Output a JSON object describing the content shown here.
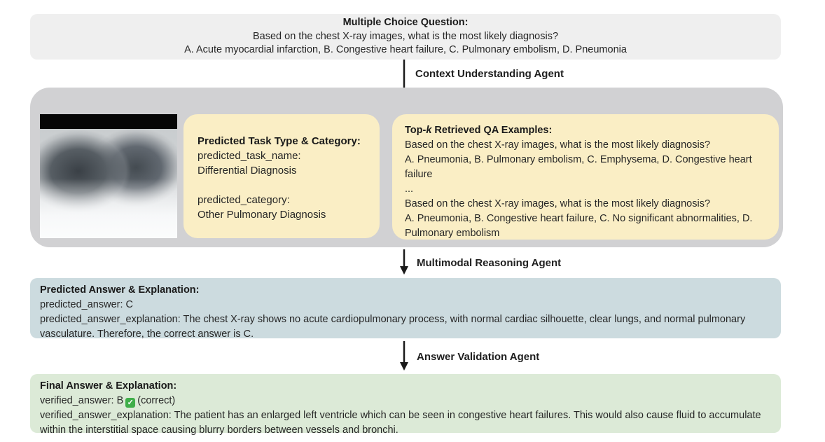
{
  "question_box": {
    "title": "Multiple Choice Question:",
    "question": "Based on the chest X-ray images, what is the most likely diagnosis?",
    "options": "A. Acute myocardial infarction, B. Congestive heart failure, C. Pulmonary embolism, D. Pneumonia"
  },
  "agents": {
    "context": "Context Understanding Agent",
    "reasoning": "Multimodal Reasoning Agent",
    "validation": "Answer Validation Agent"
  },
  "context_panel": {
    "task_box": {
      "title": "Predicted Task Type & Category:",
      "fields": [
        {
          "label": "predicted_task_name:",
          "value": "Differential Diagnosis"
        },
        {
          "label": "predicted_category:",
          "value": "Other Pulmonary Diagnosis"
        }
      ]
    },
    "qa_box": {
      "title_pre": "Top-",
      "title_k": "k",
      "title_post": " Retrieved QA Examples:",
      "examples": [
        {
          "question": "Based on the chest X-ray images, what is the most likely diagnosis?",
          "options": "A. Pneumonia, B. Pulmonary embolism, C. Emphysema, D. Congestive heart failure"
        },
        {
          "question": "Based on the chest X-ray images, what is the most likely diagnosis?",
          "options": "A. Pneumonia, B. Congestive heart failure, C. No significant abnormalities, D. Pulmonary embolism"
        }
      ],
      "ellipsis": "..."
    }
  },
  "predicted_box": {
    "title": "Predicted Answer & Explanation:",
    "answer_line": "predicted_answer: C",
    "explanation": "predicted_answer_explanation: The chest X-ray shows no acute cardiopulmonary process, with normal cardiac silhouette, clear lungs, and normal pulmonary vasculature. Therefore, the correct answer is C."
  },
  "final_box": {
    "title": "Final Answer & Explanation:",
    "answer_prefix": "verified_answer: B",
    "check_glyph": "✓",
    "answer_suffix": "(correct)",
    "explanation": "verified_answer_explanation: The patient has an enlarged left ventricle which can be seen in congestive heart failures. This would also cause fluid to accumulate within the interstitial space causing blurry borders between vessels and bronchi."
  },
  "colors": {
    "question_box_bg": "#efefef",
    "context_panel_bg": "#d1d1d3",
    "example_box_bg": "#faeec5",
    "predicted_box_bg": "#ccdbdf",
    "final_box_bg": "#dcead7",
    "arrow": "#1a1a1a",
    "check_green": "#3fae49"
  }
}
